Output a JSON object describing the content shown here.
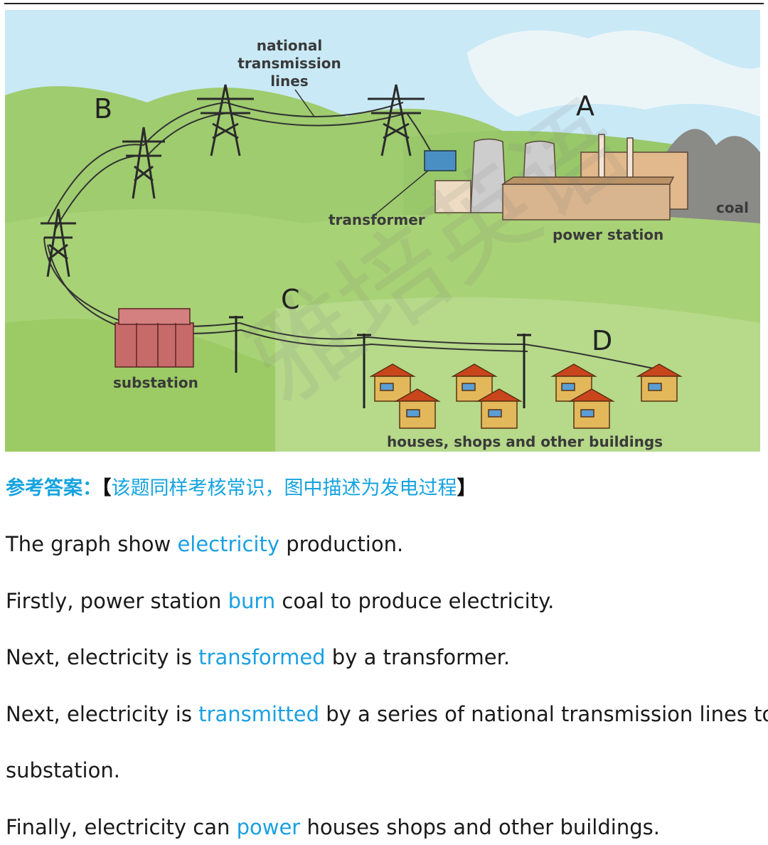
{
  "diagram": {
    "labels": {
      "national_1": "national",
      "national_2": "transmission",
      "national_3": "lines",
      "transformer": "transformer",
      "power_station": "power station",
      "coal": "coal",
      "substation": "substation",
      "houses": "houses, shops and other buildings"
    },
    "letters": {
      "a": "A",
      "b": "B",
      "c": "C",
      "d": "D"
    }
  },
  "answer": {
    "heading": "参考答案：",
    "bracket_open": "【",
    "note": "该题同样考核常识，图中描述为发电过程",
    "bracket_close": "】"
  },
  "paragraphs": [
    {
      "before": "The graph show ",
      "highlight": "electricity",
      "after": " production."
    },
    {
      "before": "Firstly, power station ",
      "highlight": "burn",
      "after": " coal to produce electricity."
    },
    {
      "before": "Next, electricity is ",
      "highlight": "transformed",
      "after": " by a transformer."
    },
    {
      "before": "Next, electricity is ",
      "highlight": "transmitted",
      "after": " by a series of national transmission lines to"
    },
    {
      "text": "substation."
    },
    {
      "before": "Finally, electricity can ",
      "highlight": "power",
      "after": " houses shops and other buildings."
    }
  ],
  "watermark": "雅培英语",
  "colors": {
    "accent": "#1aa0e3",
    "sky": "#c8e8f5",
    "grass": "#a9d277",
    "roof": "#c9451c"
  }
}
